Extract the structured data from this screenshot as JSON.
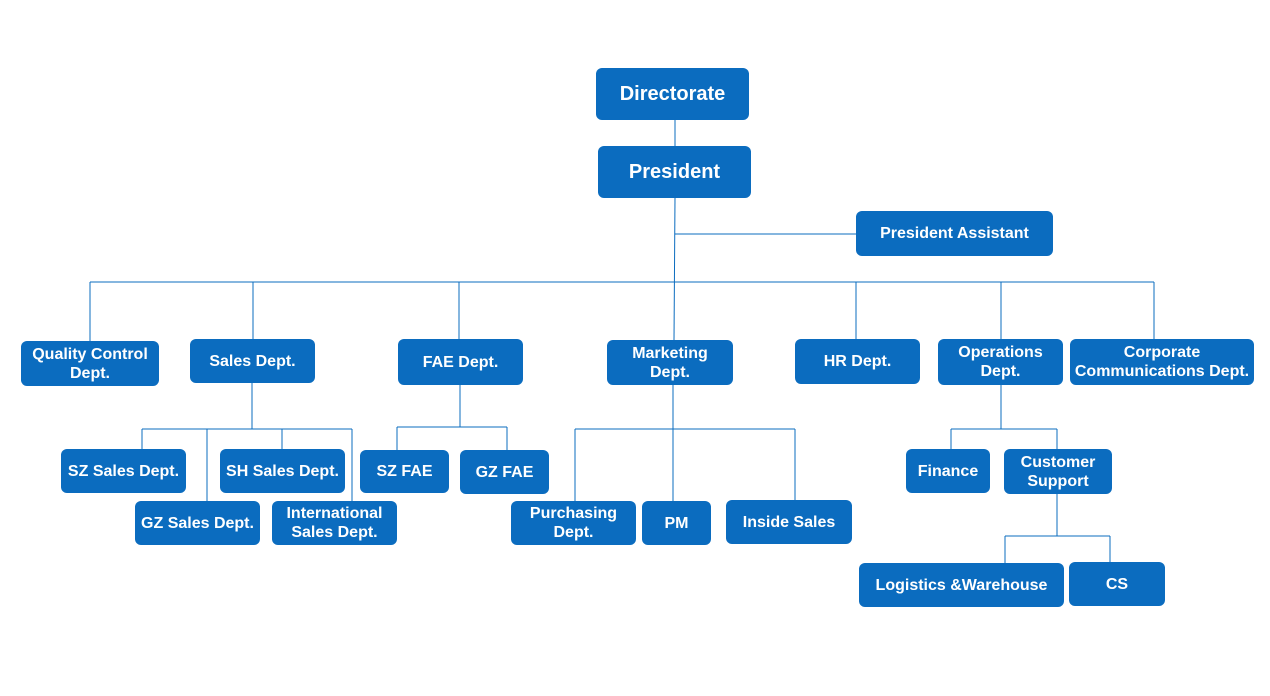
{
  "org_chart": {
    "directorate": "Directorate",
    "president": "President",
    "president_assistant": "President Assistant",
    "quality_control": "Quality Control\nDept.",
    "sales": "Sales Dept.",
    "fae": "FAE Dept.",
    "marketing": "Marketing\nDept.",
    "hr": "HR Dept.",
    "operations": "Operations\nDept.",
    "corporate_comms": "Corporate\nCommunications  Dept.",
    "sz_sales": "SZ Sales Dept.",
    "gz_sales": "GZ Sales Dept.",
    "sh_sales": "SH Sales Dept.",
    "international_sales": "International\nSales Dept.",
    "sz_fae": "SZ FAE",
    "gz_fae": "GZ FAE",
    "purchasing": "Purchasing\nDept.",
    "pm": "PM",
    "inside_sales": "Inside  Sales",
    "finance": "Finance",
    "customer_support": "Customer\nSupport",
    "logistics": "Logistics &Warehouse",
    "cs": "CS"
  },
  "colors": {
    "node_fill": "#0b6cbf",
    "node_text": "#ffffff",
    "connector": "#0b6cbf"
  }
}
